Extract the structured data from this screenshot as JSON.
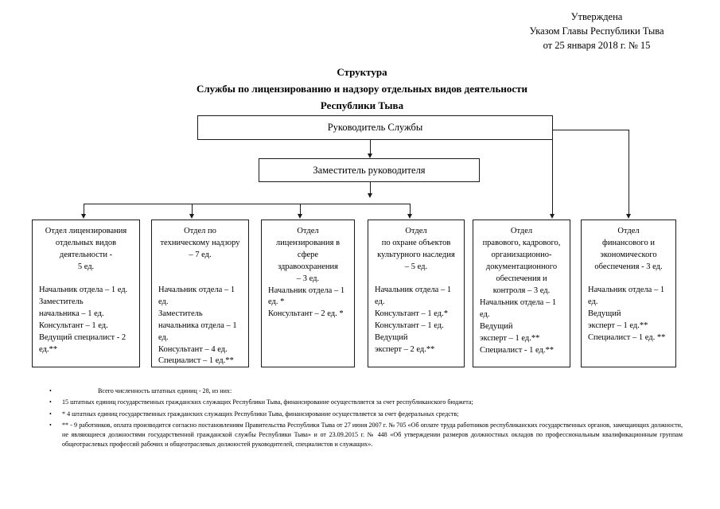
{
  "approval": {
    "line1": "Утверждена",
    "line2": "Указом Главы Республики Тыва",
    "line3": "от 25 января 2018 г. № 15"
  },
  "title": {
    "line1": "Структура",
    "line2": "Службы по лицензированию и надзору отдельных видов деятельности",
    "line3": "Республики Тыва"
  },
  "hierarchy": {
    "head": "Руководитель Службы",
    "deputy": "Заместитель руководителя"
  },
  "departments": [
    {
      "name": "Отдел лицензирования отдельных видов деятельности -\n5 ед.",
      "heading_lines": [
        "Отдел лицензирования",
        "отдельных видов",
        "деятельности -",
        "5 ед."
      ],
      "staff": [
        "Начальник отдела – 1 ед.",
        "Заместитель",
        " начальника – 1 ед.",
        "Консультант – 1 ед.",
        "Ведущий специалист - 2 ед.**"
      ],
      "units": 5
    },
    {
      "name": "Отдел по техническому надзору – 7 ед.",
      "heading_lines": [
        "Отдел  по",
        "техническому надзору",
        "– 7 ед."
      ],
      "staff": [
        "Начальник отдела – 1 ед.",
        "Заместитель",
        "начальника отдела – 1 ед.",
        "Консультант – 4 ед.",
        "Специалист – 1 ед.**"
      ],
      "units": 7
    },
    {
      "name": "Отдел лицензирования в сфере здравоохранения – 3 ед.",
      "heading_lines": [
        "Отдел",
        "лицензирования в",
        "сфере",
        "здравоохранения",
        "– 3 ед."
      ],
      "staff": [
        "Начальник отдела – 1 ед. *",
        "Консультант – 2 ед. *"
      ],
      "units": 3
    },
    {
      "name": "Отдел по охране объектов культурного наследия – 5 ед.",
      "heading_lines": [
        "Отдел",
        "по охране объектов",
        "культурного наследия",
        "– 5 ед."
      ],
      "staff": [
        "Начальник отдела – 1 ед.",
        "Консультант – 1 ед.*",
        "Консультант – 1 ед.",
        "Ведущий",
        "эксперт –  2 ед.**"
      ],
      "units": 5
    },
    {
      "name": "Отдел правового, кадрового, организационно-документационного обеспечения и контроля – 3 ед.",
      "heading_lines": [
        "Отдел",
        "правового, кадрового,",
        "организационно-",
        "документационного",
        "обеспечения и",
        "контроля –  3 ед."
      ],
      "staff": [
        "Начальник отдела – 1 ед.",
        "Ведущий",
        "эксперт – 1 ед.**",
        "Специалист - 1 ед.**"
      ],
      "units": 3
    },
    {
      "name": "Отдел финансового и экономического обеспечения - 3 ед.",
      "heading_lines": [
        "Отдел",
        "финансового и",
        "экономического",
        "обеспечения - 3 ед."
      ],
      "staff": [
        "Начальник отдела – 1 ед.",
        "Ведущий",
        "эксперт – 1 ед.**",
        "Специалист – 1 ед. **"
      ],
      "units": 3
    }
  ],
  "notes": {
    "bullet": "•",
    "items": [
      "Всего численность штатных единиц - 28, из них:",
      "15 штатных единиц государственных гражданских служащих Республики Тыва, финансирование осуществляется за счет республиканского бюджета;",
      "* 4 штатных единиц государственных гражданских служащих Республики Тыва, финансирование осуществляется за счет федеральных средств;",
      "** - 9 работников, оплата производится согласно постановлениям Правительства Республики Тыва от 27 июня 2007 г. № 705 «Об оплате труда работников республиканских государственных органов, замещающих должности, не являющиеся должностями государственной гражданской службы Республики Тыва» и от 23.09.2015 г. № 448 «Об утверждении размеров должностных окладов по профессиональным квалификационным группам общеотраслевых профессий рабочих и общеотраслевых должностей руководителей, специалистов и служащих»."
    ]
  },
  "colors": {
    "line": "#1b1b1b",
    "text": "#000000",
    "background": "#ffffff"
  }
}
